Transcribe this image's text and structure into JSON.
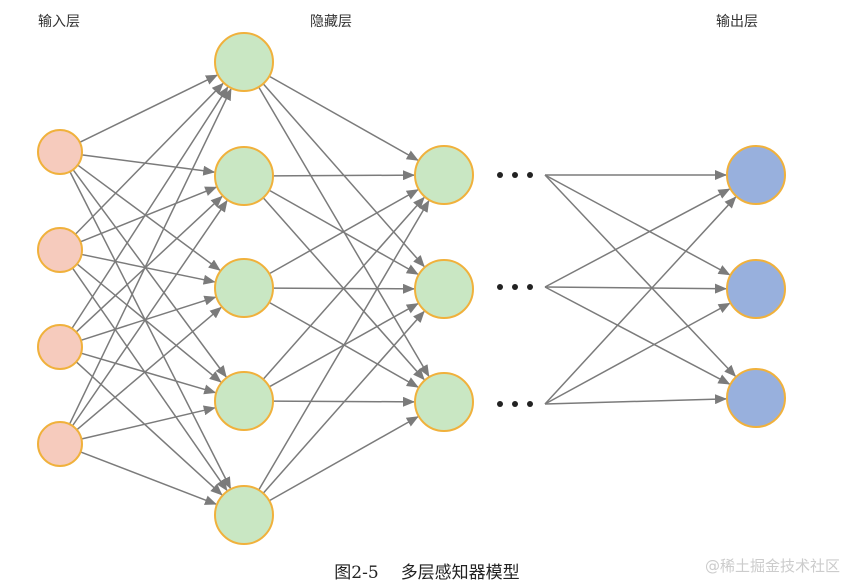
{
  "labels": {
    "input_layer": "输入层",
    "hidden_layer": "隐藏层",
    "output_layer": "输出层"
  },
  "caption": {
    "figure_number": "图2-5",
    "title": "多层感知器模型"
  },
  "watermark": "@稀土掘金技术社区",
  "colors": {
    "input_node_fill": "#f6cbbd",
    "hidden_node_fill": "#c9e7c3",
    "output_node_fill": "#98b0dd",
    "node_stroke": "#f0b13c",
    "edge": "#7b7b7b",
    "dots": "#222222"
  },
  "layers": [
    {
      "name": "input",
      "nodes": 4
    },
    {
      "name": "hidden-1",
      "nodes": 5
    },
    {
      "name": "hidden-2",
      "nodes": 3
    },
    {
      "name": "output",
      "nodes": 3
    }
  ],
  "ellipsis_icon": "ellipsis-icon"
}
